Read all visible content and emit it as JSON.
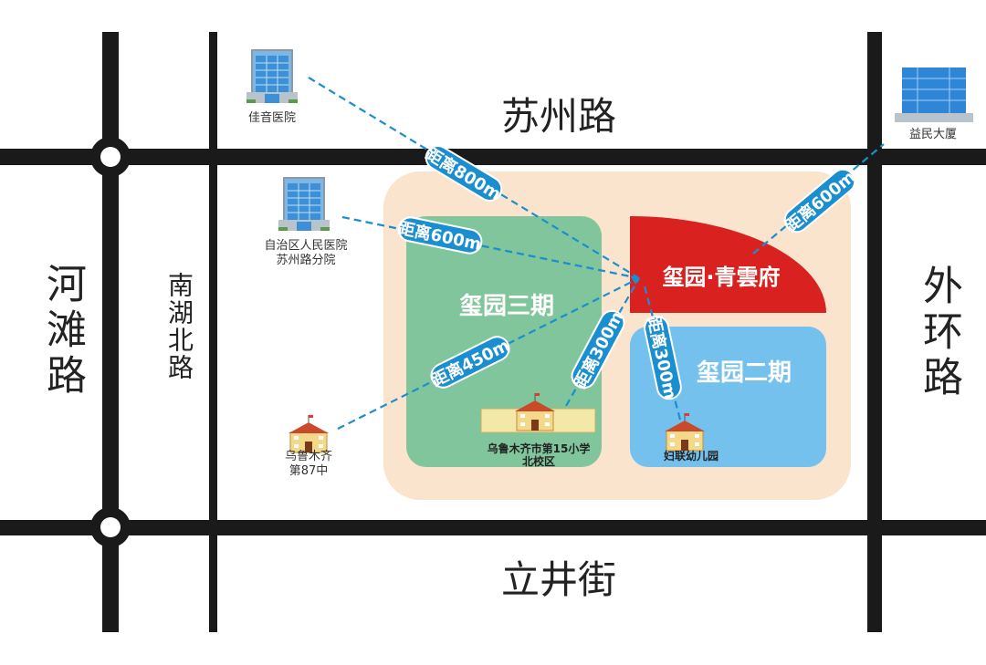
{
  "roads": {
    "north": "苏州路",
    "south": "立井街",
    "west": "河滩路",
    "inner_west": "南湖北路",
    "east": "外环路"
  },
  "zones": {
    "main": "玺园·青雲府",
    "phase3": "玺园三期",
    "phase2": "玺园二期"
  },
  "pois": {
    "jiayin_hospital": "佳音医院",
    "people_hospital_line1": "自治区人民医院",
    "people_hospital_line2": "苏州路分院",
    "school87_line1": "乌鲁木齐",
    "school87_line2": "第87中",
    "school15_line1": "乌鲁木齐市第15小学",
    "school15_line2": "北校区",
    "kindergarten": "妇联幼儿园",
    "yimin_mansion": "益民大厦"
  },
  "distances": {
    "jiayin": "距离800m",
    "people_hospital": "距离600m",
    "school87": "距离450m",
    "school15": "距离300m",
    "kindergarten": "距离300m",
    "yimin": "距离600m"
  },
  "colors": {
    "area": "#fbe4cd",
    "phase3": "#80c59b",
    "main": "#d9211f",
    "phase2": "#75c1ee",
    "label": "#1b8ed0",
    "road": "#1a1a1a"
  }
}
